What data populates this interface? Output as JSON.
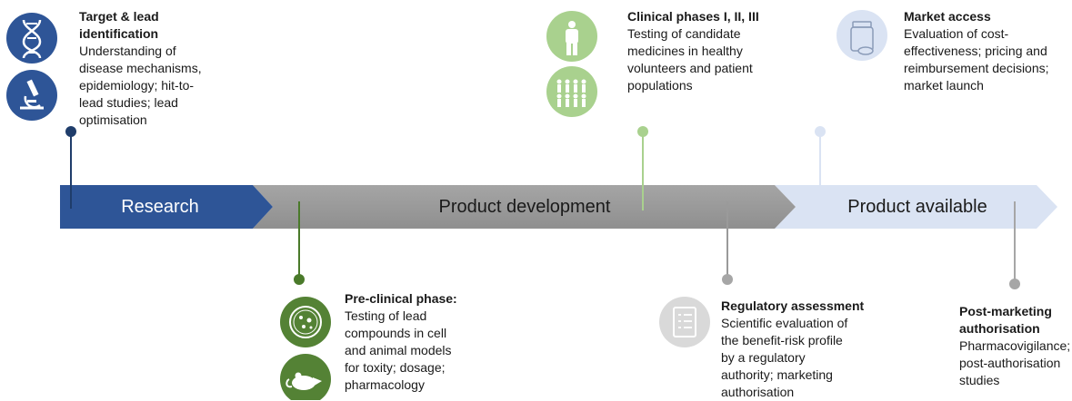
{
  "arrows": {
    "research": "Research",
    "product_development": "Product development",
    "product_available": "Product available"
  },
  "steps": [
    {
      "title": "Target & lead\nidentification",
      "body": "Understanding of\ndisease mechanisms,\nepidemiology; hit-to-\nlead studies; lead\noptimisation",
      "color": "#1f4e8c"
    },
    {
      "title": "Pre-clinical phase:",
      "body": "Testing of lead\ncompounds in cell\nand animal models\nfor toxity; dosage;\npharmacology",
      "color": "#4a7a2a"
    },
    {
      "title": "Clinical phases I, II, III",
      "body": "Testing of candidate\nmedicines in healthy\nvolunteers and patient\npopulations",
      "color": "#a9d18e"
    },
    {
      "title": "Regulatory assessment",
      "body": "Scientific evaluation of\nthe benefit-risk profile\nby a regulatory\nauthority; marketing\nauthorisation",
      "color": "#a6a6a6"
    },
    {
      "title": "Market access",
      "body": "Evaluation of cost-\neffectiveness; pricing and\nreimbursement decisions;\nmarket launch",
      "color": "#dae3f3"
    },
    {
      "title": "Post-marketing\nauthorisation",
      "body": "Pharmacovigilance;\npost-authorisation\nstudies",
      "color": "#a6a6a6"
    }
  ],
  "icons": [
    "dna-icon",
    "microscope-icon",
    "petri-dish-icon",
    "mouse-icon",
    "person-icon",
    "population-icon",
    "checklist-icon",
    "medicine-bottle-icon"
  ]
}
